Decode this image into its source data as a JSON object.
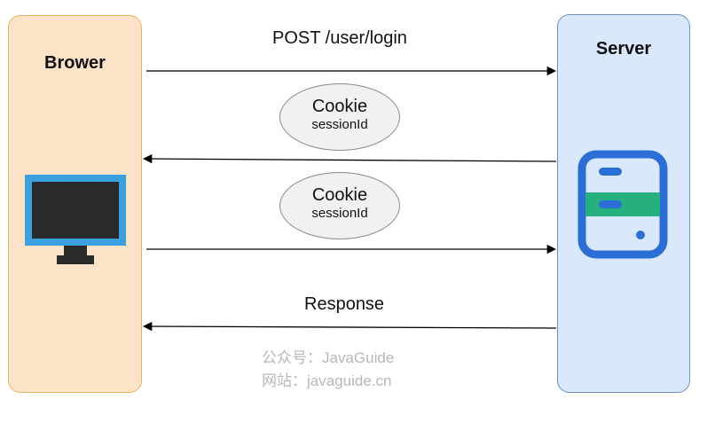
{
  "browser": {
    "title": "Brower"
  },
  "server": {
    "title": "Server"
  },
  "flow": {
    "request_label": "POST /user/login",
    "cookie_1": {
      "title": "Cookie",
      "value": "sessionId"
    },
    "cookie_2": {
      "title": "Cookie",
      "value": "sessionId"
    },
    "response_label": "Response"
  },
  "watermark": {
    "line1": "公众号：JavaGuide",
    "line2": "网站：javaguide.cn"
  },
  "colors": {
    "browser_fill": "#fce3c8",
    "browser_border": "#e8b25a",
    "server_fill": "#dae8fc",
    "server_border": "#6c8ebf",
    "server_icon_blue": "#2b6fd6",
    "server_icon_green": "#25b07e",
    "monitor_frame": "#3aa0de",
    "monitor_screen": "#2a2a2a"
  }
}
